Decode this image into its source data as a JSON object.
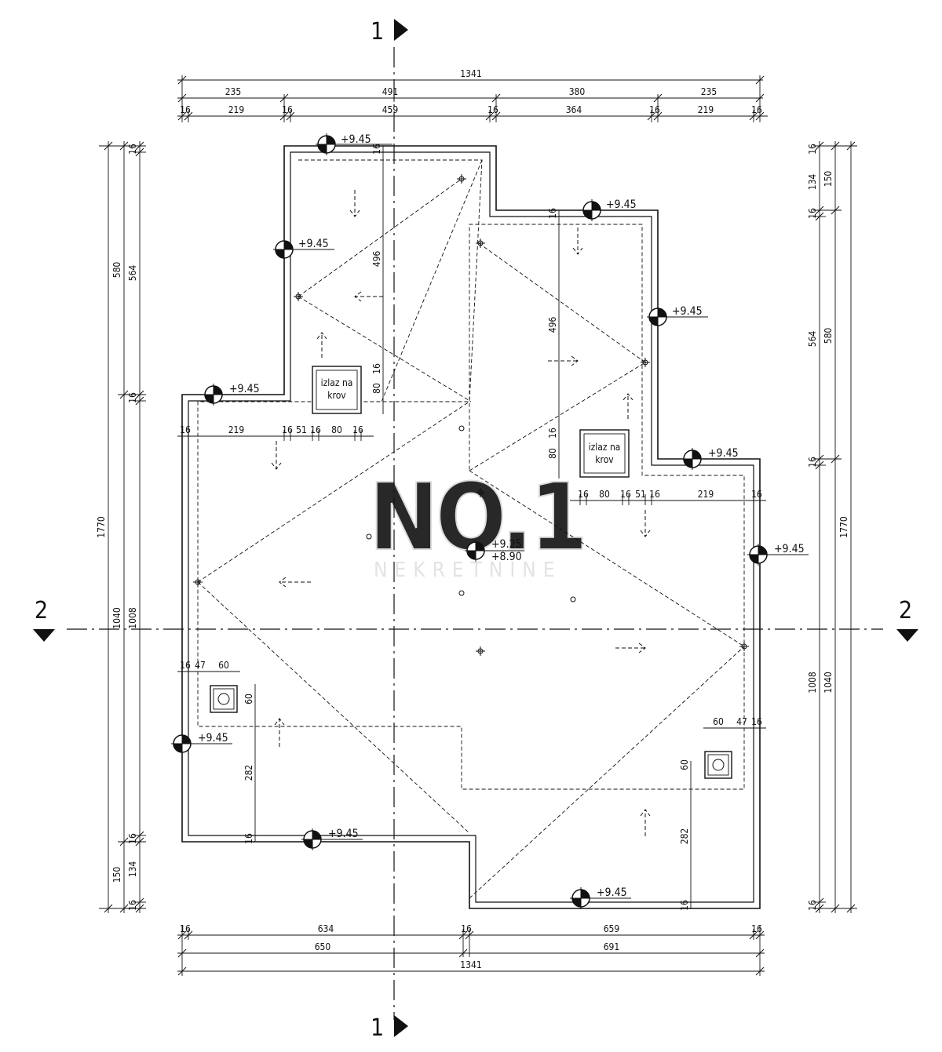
{
  "section_marks": {
    "s1": "1",
    "s2": "2"
  },
  "top_dims": {
    "overall": "1341",
    "row2": [
      "235",
      "491",
      "380",
      "235"
    ],
    "row3": [
      "16",
      "219",
      "16",
      "459",
      "16",
      "364",
      "16",
      "219",
      "16"
    ]
  },
  "bottom_dims": {
    "row1": [
      "16",
      "634",
      "16",
      "659",
      "16"
    ],
    "row2": [
      "650",
      "691"
    ],
    "overall": "1341"
  },
  "left_dims": {
    "overall": "1770",
    "upper": [
      "580",
      "1040"
    ],
    "mid": [
      "16",
      "564",
      "16",
      "1008",
      "16",
      "134",
      "16"
    ],
    "lower": "150"
  },
  "right_dims": {
    "overall": "1770",
    "upper": [
      "16",
      "134",
      "150"
    ],
    "mid": [
      "564",
      "580"
    ],
    "lower": [
      "1008",
      "1040"
    ],
    "bottom": "16"
  },
  "levels": {
    "ridge": "+9.45",
    "center_top": "+9.25",
    "center_bottom": "+8.90"
  },
  "roof_exits": {
    "label_line1": "izlaz na",
    "label_line2": "krov"
  },
  "inner_dims": {
    "left_exit": [
      "16",
      "219",
      "16",
      "51",
      "16",
      "80",
      "16"
    ],
    "right_exit": [
      "16",
      "80",
      "16",
      "51",
      "16",
      "219",
      "16"
    ],
    "exit_heights": [
      "80",
      "16",
      "496",
      "16"
    ],
    "chimney_left": [
      "16",
      "47",
      "60",
      "60",
      "282",
      "16"
    ],
    "chimney_right": [
      "60",
      "47",
      "16",
      "60",
      "282",
      "16"
    ]
  },
  "watermark": {
    "brand": "NO.1",
    "sub": "NEKRETNINE"
  }
}
